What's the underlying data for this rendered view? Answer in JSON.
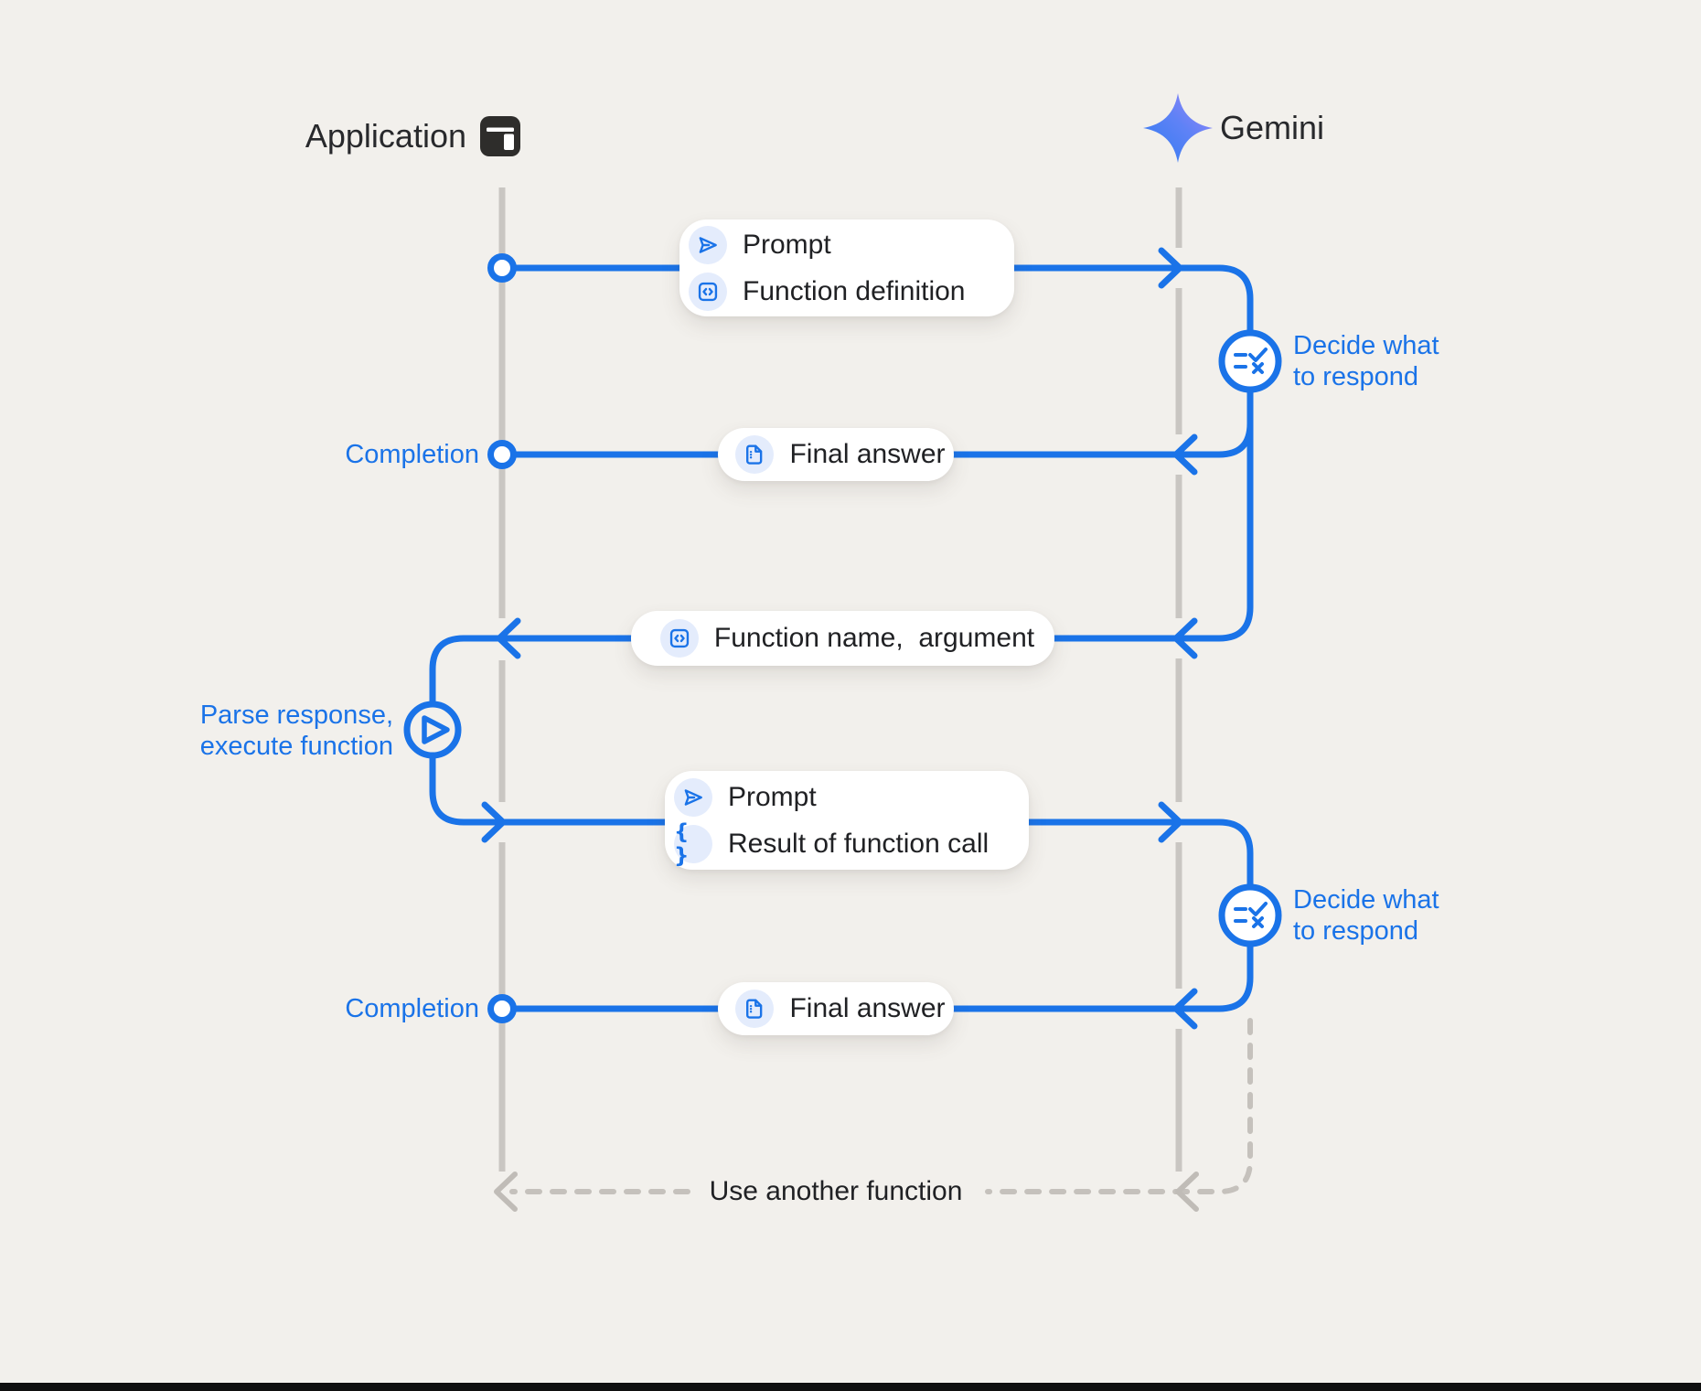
{
  "actors": {
    "application": {
      "label": "Application",
      "icon": "app-window-icon"
    },
    "gemini": {
      "label": "Gemini",
      "icon": "gemini-spark-icon"
    }
  },
  "cards": {
    "prompt_function_definition": {
      "rows": [
        {
          "icon": "send-icon",
          "label": "Prompt"
        },
        {
          "icon": "code-box-icon",
          "label": "Function definition"
        }
      ]
    },
    "final_answer_1": {
      "icon": "document-icon",
      "label": "Final answer"
    },
    "function_name_argument": {
      "icon": "code-box-icon",
      "label": "Function name,  argument"
    },
    "prompt_function_result": {
      "rows": [
        {
          "icon": "send-icon",
          "label": "Prompt"
        },
        {
          "icon": "braces-icon",
          "label": "Result of function call"
        }
      ]
    },
    "final_answer_2": {
      "icon": "document-icon",
      "label": "Final answer"
    }
  },
  "annotations": {
    "completion_1": "Completion",
    "completion_2": "Completion",
    "decide_1": {
      "line1": "Decide what",
      "line2": "to respond"
    },
    "decide_2": {
      "line1": "Decide what",
      "line2": "to respond"
    },
    "parse": {
      "line1": "Parse response,",
      "line2": "execute function"
    },
    "use_another_function": "Use another function"
  },
  "icons": {
    "braces_glyph": "{ }"
  },
  "colors": {
    "blue": "#1a73e8",
    "background": "#f2f0ec",
    "lifeline_gray": "#c9c6c2",
    "dashed_gray": "#c5c1bc",
    "text_dark": "#202124",
    "chip_bg": "#e4ecfc",
    "gemini_gradient_start": "#2e7bf0",
    "gemini_gradient_end": "#9e86f8"
  }
}
